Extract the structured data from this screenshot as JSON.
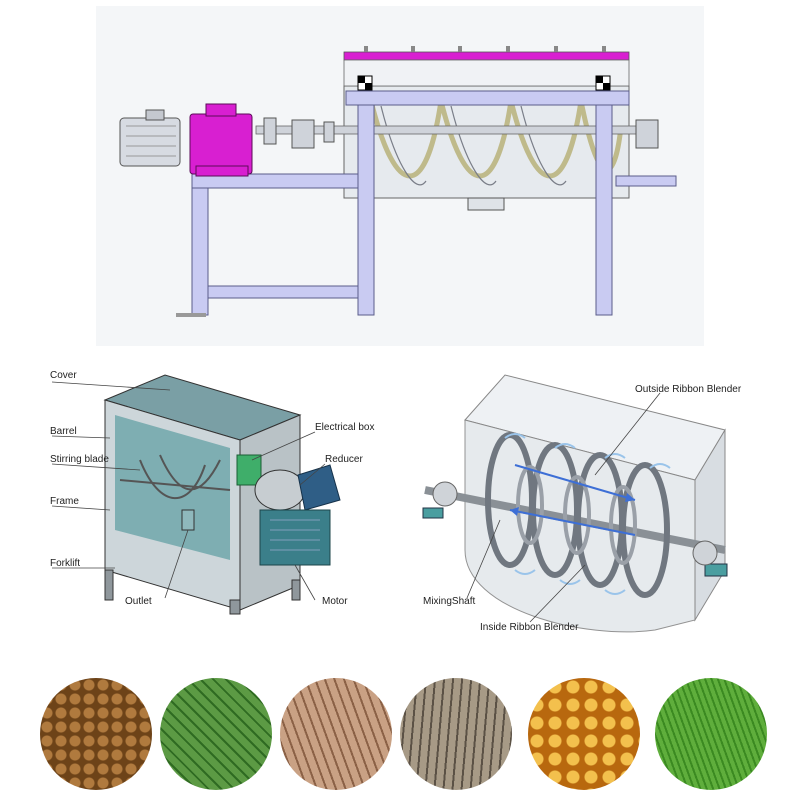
{
  "colors": {
    "frame": "#c9cbf2",
    "frame_stroke": "#5a5c8a",
    "reducer": "#d81fd1",
    "motor": "#d7dbe2",
    "tank": "#e6eaee",
    "ribbon": "#b9b27a",
    "panel_bg": "#f4f6f8"
  },
  "labels": {
    "cover": "Cover",
    "barrel": "Barrel",
    "stirring_blade": "Stirring blade",
    "frame": "Frame",
    "forklift": "Forklift",
    "outlet": "Outlet",
    "electrical_box": "Electrical box",
    "reducer": "Reducer",
    "motor": "Motor",
    "outside_ribbon": "Outside Ribbon Blender",
    "mixing_shaft": "MixingShaft",
    "inside_ribbon": "Inside Ribbon Blender"
  },
  "samples": [
    {
      "icon": "brown-pellets-icon",
      "bg": "#b07a3e",
      "fg": "#6d4318"
    },
    {
      "icon": "green-pellets-icon",
      "bg": "#5c9a44",
      "fg": "#2f6b22"
    },
    {
      "icon": "tan-pellets-icon",
      "bg": "#c9a184",
      "fg": "#8b6146"
    },
    {
      "icon": "gray-pellets-icon",
      "bg": "#a79a86",
      "fg": "#5b5145"
    },
    {
      "icon": "corn-kernels-icon",
      "bg": "#e3a22f",
      "fg": "#b8680e"
    },
    {
      "icon": "grass-icon",
      "bg": "#5fae3c",
      "fg": "#3b8a21"
    }
  ]
}
